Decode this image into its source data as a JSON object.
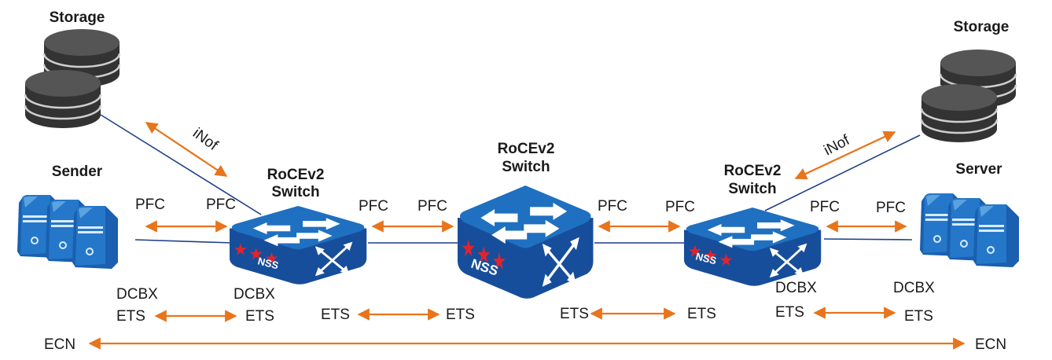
{
  "colors": {
    "arrow": "#e8741c",
    "link": "#1f3f8a",
    "device_blue_top": "#1b6dbb",
    "device_blue_side": "#154f9c",
    "storage_dark": "#4a4a4a",
    "star_red": "#e3232c"
  },
  "nodes": {
    "storage_left": {
      "label": "Storage",
      "icon": "database-icon"
    },
    "storage_right": {
      "label": "Storage",
      "icon": "database-icon"
    },
    "sender": {
      "label": "Sender",
      "icon": "server-rack-icon"
    },
    "server": {
      "label": "Server",
      "icon": "server-rack-icon"
    },
    "switch_left": {
      "label_line1": "RoCEv2",
      "label_line2": "Switch",
      "brand": "NSS",
      "icon": "network-switch-icon"
    },
    "switch_center": {
      "label_line1": "RoCEv2",
      "label_line2": "Switch",
      "brand": "NSS",
      "icon": "network-switch-icon"
    },
    "switch_right": {
      "label_line1": "RoCEv2",
      "label_line2": "Switch",
      "brand": "NSS",
      "icon": "network-switch-icon"
    }
  },
  "protocols": {
    "inof_left": "iNof",
    "inof_right": "iNof",
    "pfc": [
      "PFC",
      "PFC",
      "PFC",
      "PFC",
      "PFC",
      "PFC",
      "PFC",
      "PFC"
    ],
    "dcbx": [
      "DCBX",
      "DCBX",
      "DCBX",
      "DCBX"
    ],
    "ets": [
      "ETS",
      "ETS",
      "ETS",
      "ETS",
      "ETS",
      "ETS",
      "ETS",
      "ETS"
    ],
    "ecn_left": "ECN",
    "ecn_right": "ECN"
  }
}
